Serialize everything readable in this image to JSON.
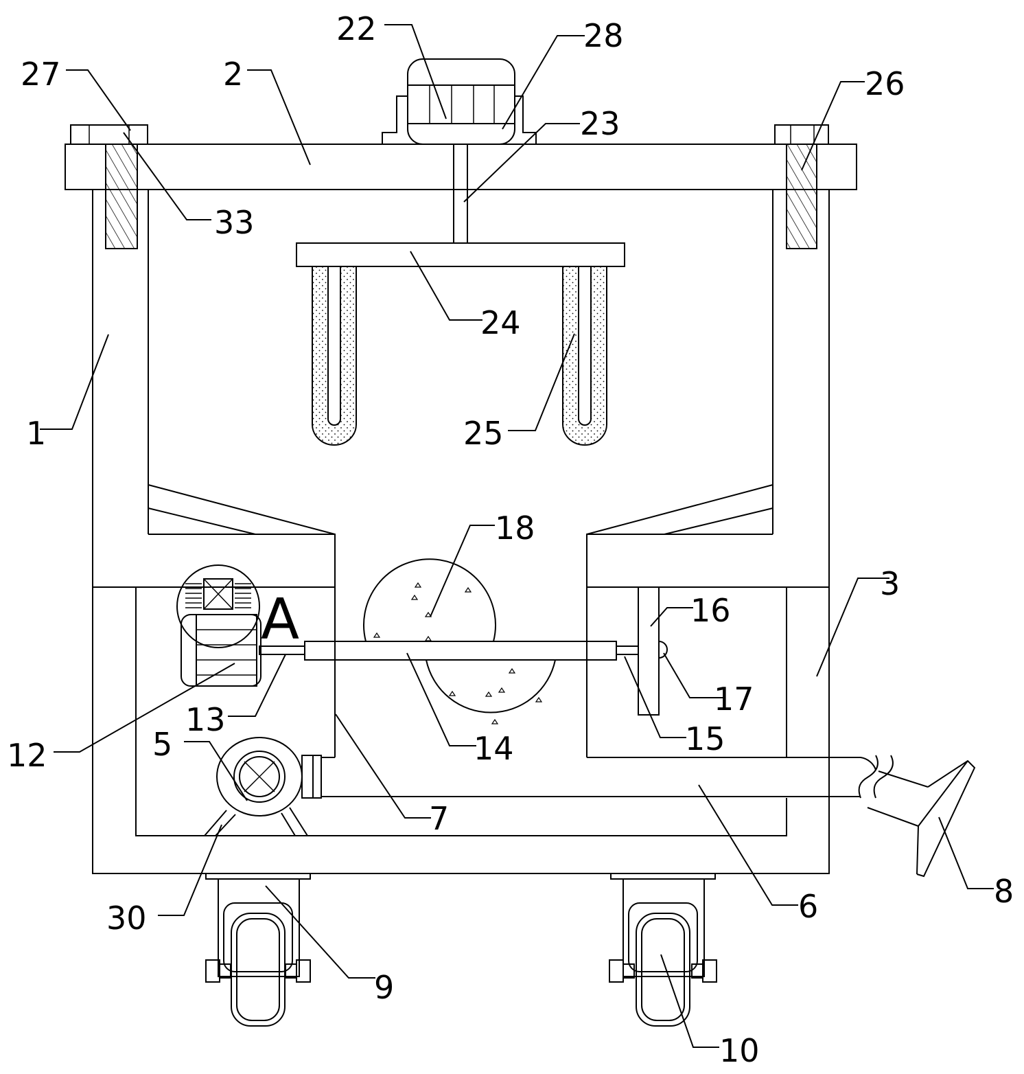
{
  "figure": {
    "detail_marker": "A",
    "part_numbers": {
      "p1": "1",
      "p2": "2",
      "p3": "3",
      "p5": "5",
      "p6": "6",
      "p7": "7",
      "p8": "8",
      "p9": "9",
      "p10": "10",
      "p12": "12",
      "p13": "13",
      "p14": "14",
      "p15": "15",
      "p16": "16",
      "p17": "17",
      "p18": "18",
      "p22": "22",
      "p23": "23",
      "p24": "24",
      "p25": "25",
      "p26": "26",
      "p27": "27",
      "p28": "28",
      "p30": "30",
      "p33": "33"
    }
  }
}
